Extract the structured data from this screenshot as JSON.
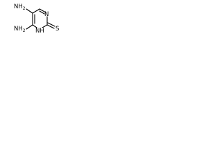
{
  "molecule": {
    "atoms": {
      "nh2_top": "NH",
      "nh2_top_sub": "2",
      "nh2_left": "NH",
      "nh2_left_sub": "2",
      "n_ring_top": "N",
      "nh_ring": "NH",
      "nh_ring_h": "H",
      "s_atom": "S"
    }
  }
}
